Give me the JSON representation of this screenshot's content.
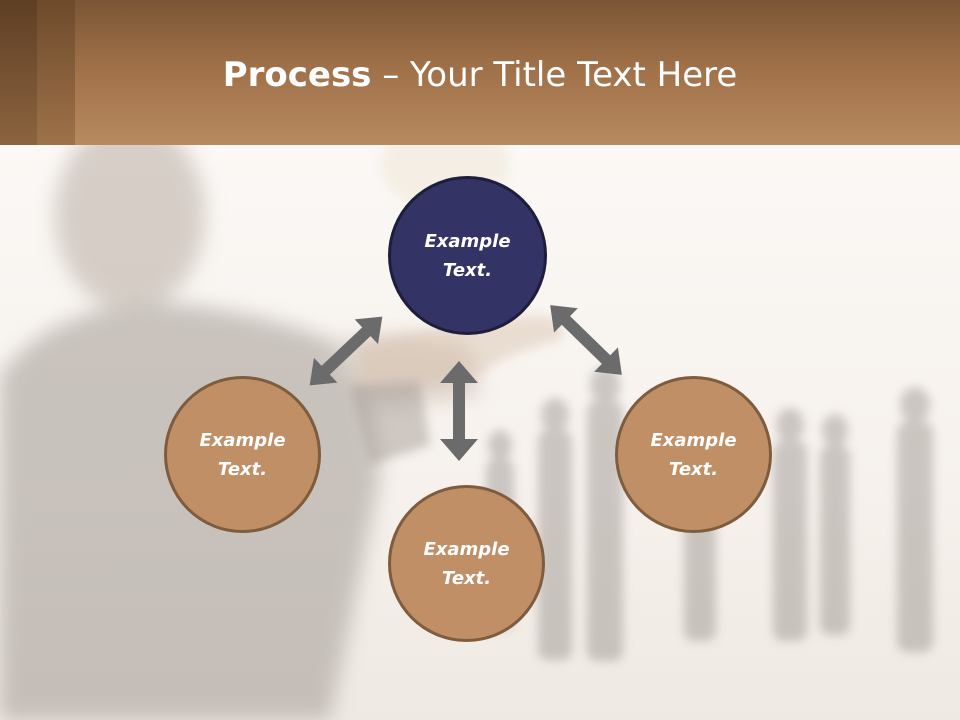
{
  "slide": {
    "title_bold": "Process",
    "title_rest": " – Your Title Text Here"
  },
  "diagram": {
    "center": {
      "text": "Example\nText.",
      "color": "#333366"
    },
    "nodes": [
      {
        "id": "left",
        "text": "Example\nText."
      },
      {
        "id": "bottom",
        "text": "Example\nText."
      },
      {
        "id": "right",
        "text": "Example\nText."
      }
    ],
    "node_color": "#c08f66",
    "arrow_color": "#6b6b6b"
  },
  "theme": {
    "header_color": "#a67a50",
    "background_color": "#f7f4f1"
  }
}
